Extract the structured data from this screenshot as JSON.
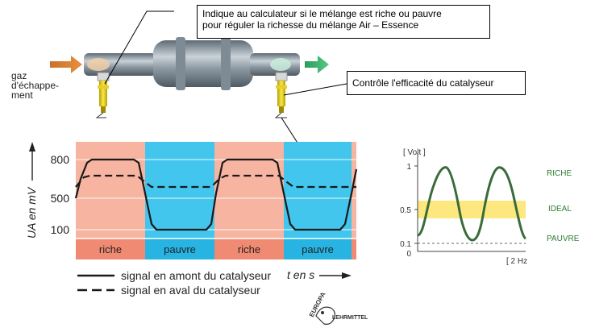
{
  "callouts": {
    "top_line1": "Indique au calculateur si le mélange est riche ou pauvre",
    "top_line2": "pour réguler la richesse du mélange Air – Essence",
    "right": "Contrôle l'efficacité du catalyseur"
  },
  "exhaust": {
    "label_line1": "gaz",
    "label_line2": "d'échappe-",
    "label_line3": "ment"
  },
  "left_chart": {
    "y_axis_label": "UA en mV",
    "x_axis_label": "t en s",
    "y_ticks": [
      "800",
      "500",
      "100"
    ],
    "bands": [
      "riche",
      "pauvre",
      "riche",
      "pauvre"
    ],
    "legend_solid": "signal en amont du catalyseur",
    "legend_dashed": "signal en aval du catalyseur",
    "colors": {
      "riche": "#f6b4a1",
      "pauvre": "#42c6ee",
      "riche_band": "#f08a72",
      "pauvre_band": "#27b4e3"
    }
  },
  "right_chart": {
    "y_unit": "[ Volt ]",
    "x_unit": "[ 2 Hz",
    "y_ticks": [
      "1",
      "0.5",
      "0.1",
      "0"
    ],
    "zone_labels": {
      "riche": "RICHE",
      "ideal": "IDEAL",
      "pauvre": "PAUVRE"
    },
    "colors": {
      "ideal_band": "#fce570",
      "curve": "#3a6b3a",
      "labels": "#2e7d32"
    }
  },
  "logo": {
    "top": "EUROPA",
    "bottom": "LEHRMITTEL"
  }
}
